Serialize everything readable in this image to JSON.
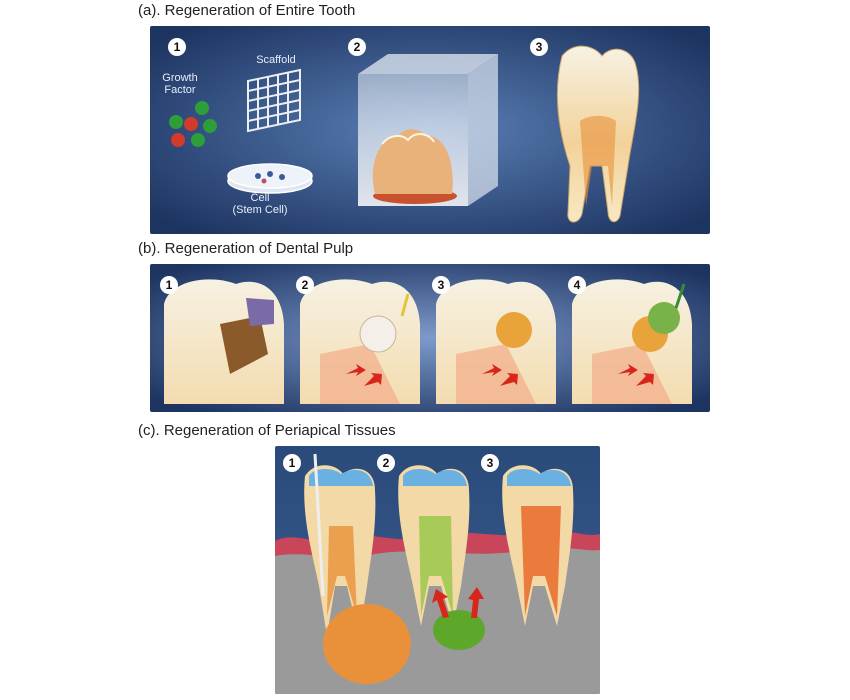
{
  "sections": [
    {
      "title": "(a). Regeneration of Entire Tooth",
      "steps": [
        "1",
        "2",
        "3"
      ]
    },
    {
      "title": "(b). Regeneration of Dental Pulp",
      "steps": [
        "1",
        "2",
        "3",
        "4"
      ]
    },
    {
      "title": "(c). Regeneration of Periapical Tissues",
      "steps": [
        "1",
        "2",
        "3"
      ]
    }
  ],
  "labels": {
    "growth_factor": "Growth\nFactor",
    "scaffold": "Scaffold",
    "cell": "Cell\n(Stem Cell)"
  },
  "colors": {
    "panel_dark": "#1d3461",
    "panel_mid": "#4a6fa5",
    "enamel": "#f4efe0",
    "dentin": "#f3d9a6",
    "pulp_orange": "#e8913a",
    "gum_pink": "#c9455a",
    "bone_gray": "#9a9a9a",
    "arrow_red": "#d9261c"
  }
}
